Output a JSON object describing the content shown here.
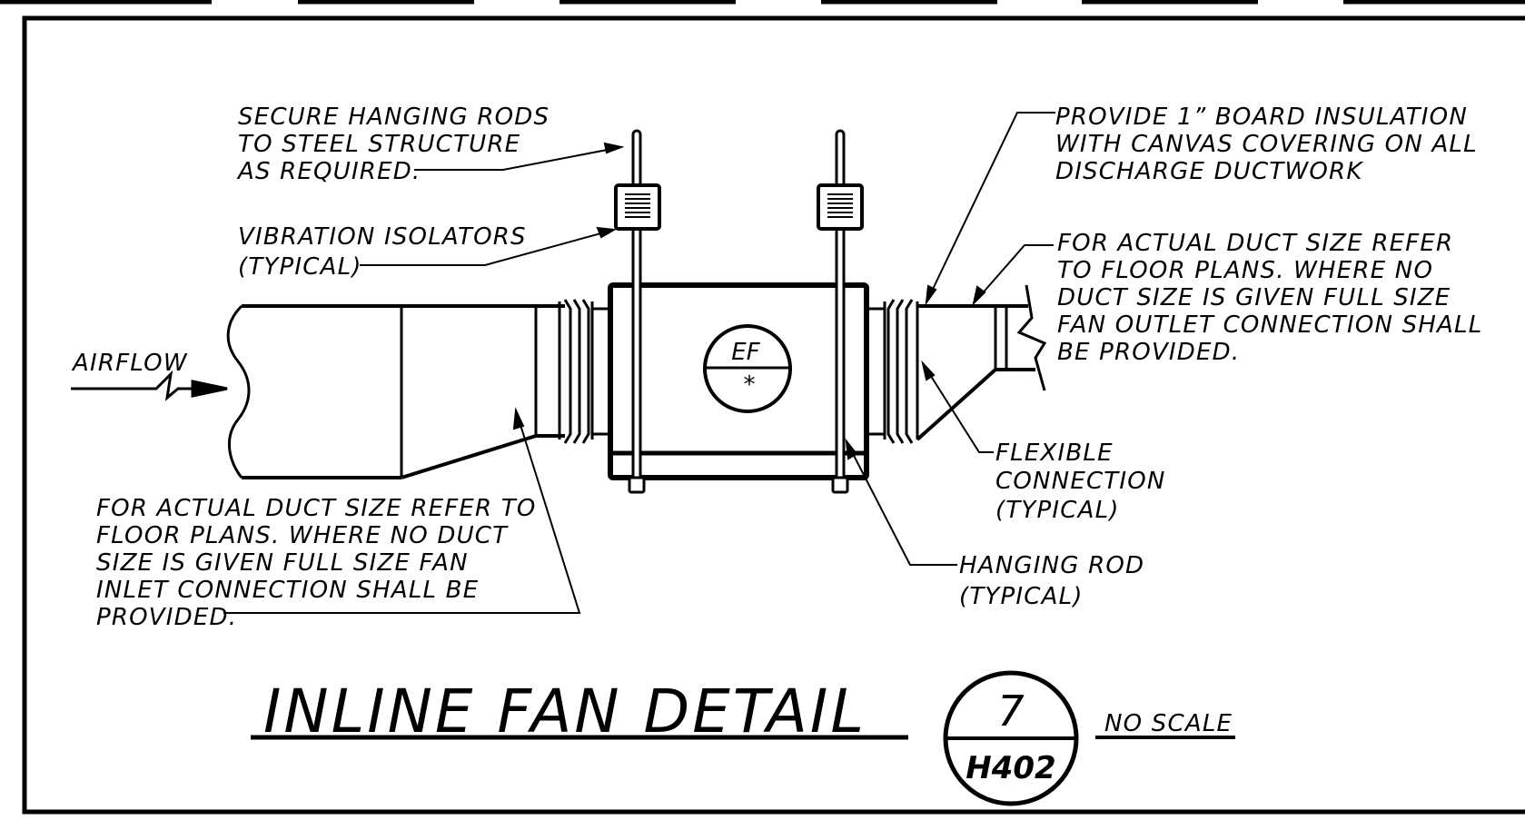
{
  "notes": {
    "secure_rods": [
      "SECURE HANGING RODS",
      "TO STEEL STRUCTURE",
      "AS REQUIRED."
    ],
    "vibration_isolators": [
      "VIBRATION ISOLATORS",
      "(TYPICAL)"
    ],
    "airflow": "AIRFLOW",
    "inlet_duct": [
      "FOR ACTUAL DUCT SIZE REFER TO",
      "FLOOR PLANS. WHERE NO DUCT",
      "SIZE IS GIVEN FULL SIZE FAN",
      "INLET CONNECTION SHALL BE",
      "PROVIDED."
    ],
    "board_insulation": [
      "PROVIDE 1” BOARD INSULATION",
      "WITH CANVAS COVERING ON ALL",
      "DISCHARGE DUCTWORK"
    ],
    "outlet_duct": [
      "FOR ACTUAL DUCT SIZE REFER",
      "TO FLOOR PLANS. WHERE NO",
      "DUCT SIZE IS GIVEN FULL SIZE",
      "FAN OUTLET CONNECTION SHALL",
      "BE PROVIDED."
    ],
    "flexible_connection": [
      "FLEXIBLE",
      "CONNECTION",
      "(TYPICAL)"
    ],
    "hanging_rod": [
      "HANGING ROD",
      "(TYPICAL)"
    ]
  },
  "fan_tag": {
    "label": "EF",
    "mark": "*"
  },
  "title": {
    "text": "INLINE FAN DETAIL",
    "detail_number": "7",
    "sheet_number": "H402",
    "scale": "NO SCALE"
  }
}
